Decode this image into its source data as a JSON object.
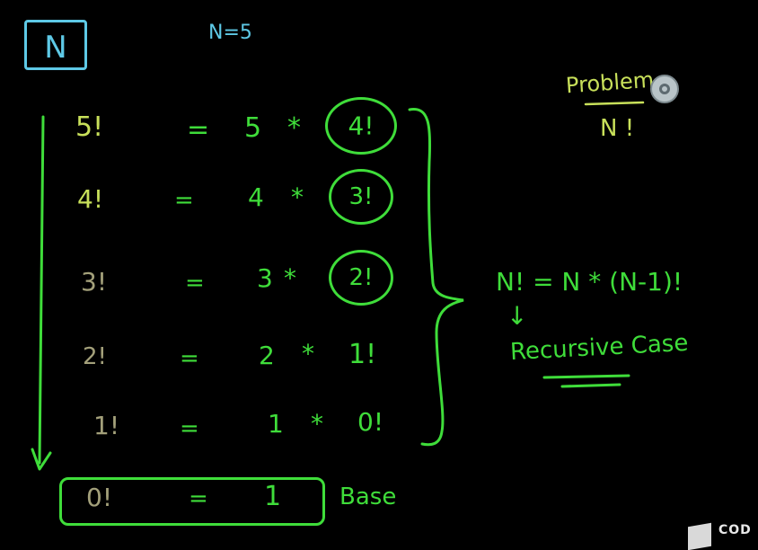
{
  "corner_label": "N",
  "n_value": "N=5",
  "problem": {
    "title": "Problem",
    "expr": "N !"
  },
  "rows": [
    {
      "lhs": "5!",
      "eq": "=",
      "rhs_num": "5",
      "op": "*",
      "rhs_fact": "4!"
    },
    {
      "lhs": "4!",
      "eq": "=",
      "rhs_num": "4",
      "op": "*",
      "rhs_fact": "3!"
    },
    {
      "lhs": "3!",
      "eq": "=",
      "rhs_num": "3",
      "op": "*",
      "rhs_fact": "2!"
    },
    {
      "lhs": "2!",
      "eq": "=",
      "rhs_num": "2",
      "op": "*",
      "rhs_fact": "1!"
    },
    {
      "lhs": "1!",
      "eq": "=",
      "rhs_num": "1",
      "op": "*",
      "rhs_fact": "0!"
    }
  ],
  "base": {
    "lhs": "0!",
    "eq": "=",
    "rhs": "1",
    "label": "Base"
  },
  "recurrence": {
    "formula": "N! = N * (N-1)!",
    "arrow": "↓",
    "label": "Recursive Case"
  },
  "logo_text": "COD",
  "colors": {
    "chalk_green": "#3fdd3a",
    "chalk_yellow": "#c8e05a",
    "chalk_cyan": "#5ec9e6",
    "background": "#000000"
  }
}
